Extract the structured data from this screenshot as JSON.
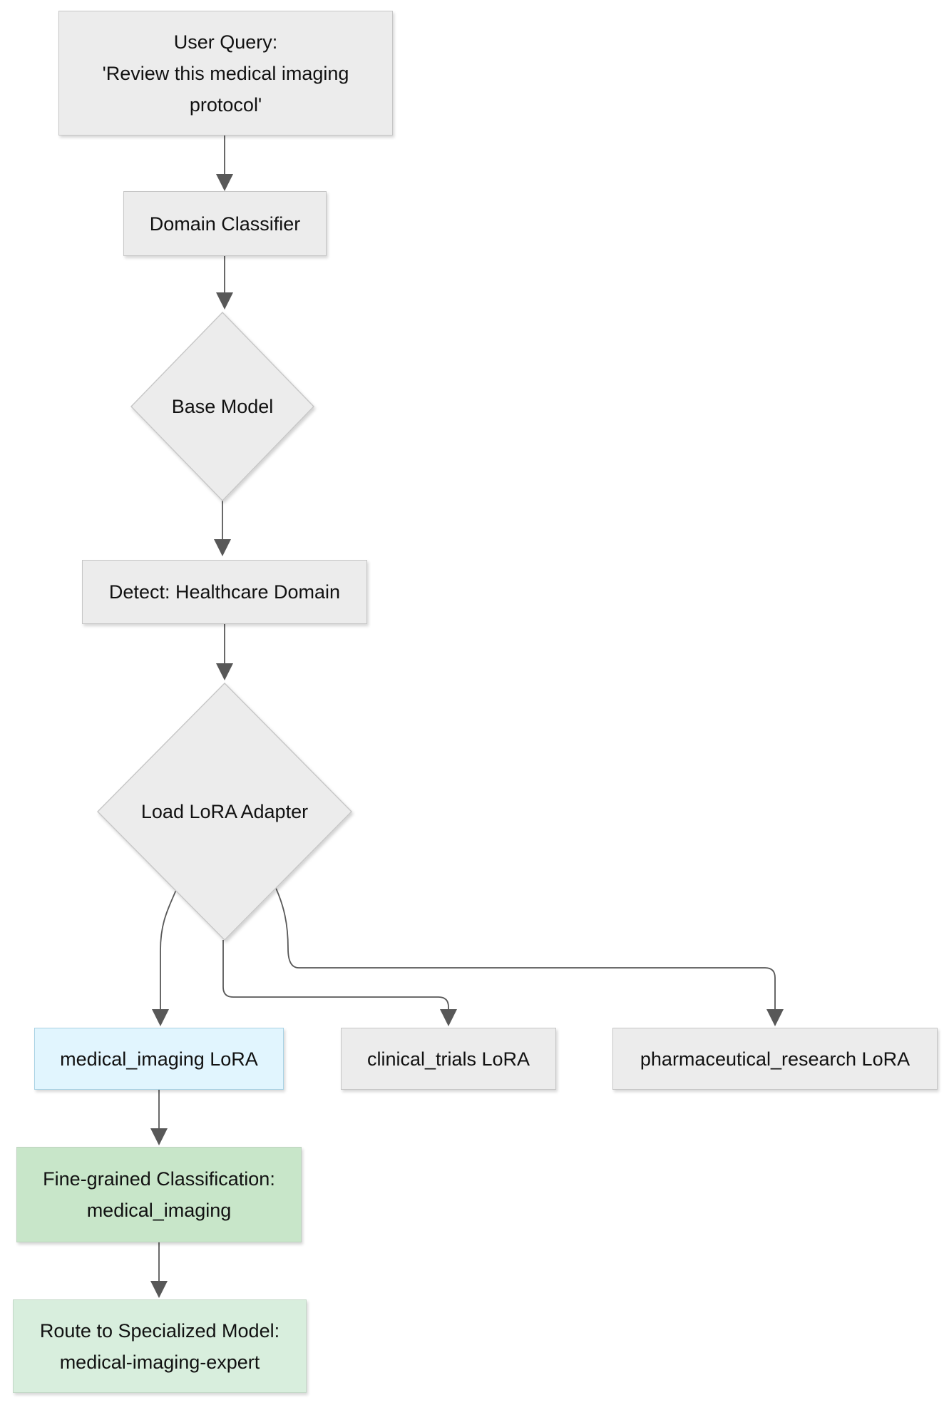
{
  "diagram": {
    "type": "flowchart",
    "direction": "top-down",
    "colors": {
      "background": "#ffffff",
      "edge": "#585858",
      "node_fill_gray": "#ececec",
      "node_fill_blue": "#e1f5fe",
      "node_fill_green_dark": "#c8e6c9",
      "node_fill_green_light": "#d8eedd",
      "node_border": "#c6c6c6",
      "text": "#111111"
    },
    "nodes": {
      "user_query": {
        "shape": "rect",
        "fill": "#ececec",
        "lines": [
          "User Query:",
          "'Review this medical imaging",
          "protocol'"
        ]
      },
      "domain_classifier": {
        "shape": "rect",
        "fill": "#ececec",
        "label": "Domain Classifier"
      },
      "base_model": {
        "shape": "diamond",
        "fill": "#ececec",
        "label": "Base Model"
      },
      "detect_healthcare": {
        "shape": "rect",
        "fill": "#ececec",
        "label": "Detect: Healthcare Domain"
      },
      "load_lora_adapter": {
        "shape": "diamond",
        "fill": "#ececec",
        "label": "Load LoRA Adapter"
      },
      "medical_imaging_lora": {
        "shape": "rect",
        "fill": "#e1f5fe",
        "label": "medical_imaging LoRA"
      },
      "clinical_trials_lora": {
        "shape": "rect",
        "fill": "#ececec",
        "label": "clinical_trials LoRA"
      },
      "pharmaceutical_research_lora": {
        "shape": "rect",
        "fill": "#ececec",
        "label": "pharmaceutical_research LoRA"
      },
      "fine_grained_classification": {
        "shape": "rect",
        "fill": "#c8e6c9",
        "lines": [
          "Fine-grained Classification:",
          "medical_imaging"
        ]
      },
      "route_specialized_model": {
        "shape": "rect",
        "fill": "#d8eedd",
        "lines": [
          "Route to Specialized Model:",
          "medical-imaging-expert"
        ]
      }
    },
    "edges": [
      {
        "from": "user_query",
        "to": "domain_classifier"
      },
      {
        "from": "domain_classifier",
        "to": "base_model"
      },
      {
        "from": "base_model",
        "to": "detect_healthcare"
      },
      {
        "from": "detect_healthcare",
        "to": "load_lora_adapter"
      },
      {
        "from": "load_lora_adapter",
        "to": "medical_imaging_lora"
      },
      {
        "from": "load_lora_adapter",
        "to": "clinical_trials_lora"
      },
      {
        "from": "load_lora_adapter",
        "to": "pharmaceutical_research_lora"
      },
      {
        "from": "medical_imaging_lora",
        "to": "fine_grained_classification"
      },
      {
        "from": "fine_grained_classification",
        "to": "route_specialized_model"
      }
    ]
  }
}
